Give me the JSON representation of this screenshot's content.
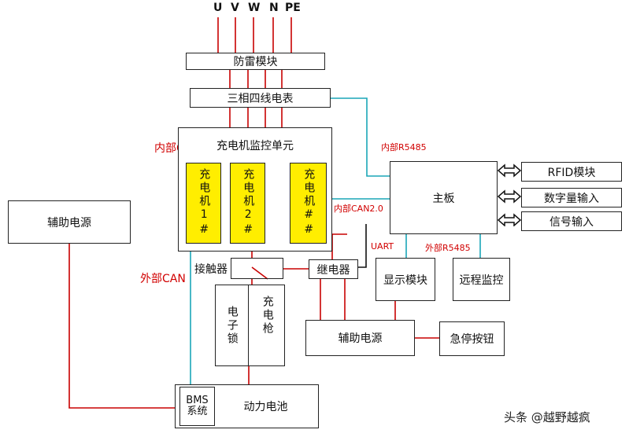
{
  "phases": [
    "U",
    "V",
    "W",
    "N",
    "PE"
  ],
  "modules": {
    "surge": "防雷模块",
    "meter": "三相四线电表",
    "monitor_unit": "充电机监控单元",
    "chargers": [
      "充电机1#",
      "充电机2#",
      "充电机##"
    ],
    "aux_power_left": "辅助电源",
    "contactor": "接触器",
    "relay": "继电器",
    "e_lock": "电子锁",
    "charging_gun": "充电枪",
    "bms": "BMS系统",
    "battery": "动力电池",
    "mainboard": "主板",
    "rfid": "RFID模块",
    "digital_input": "数字量输入",
    "signal_input": "信号输入",
    "display": "显示模块",
    "remote_monitor": "远程监控",
    "aux_power_center": "辅助电源",
    "estop": "急停按钮"
  },
  "labels": {
    "internal_can": "内部CAN",
    "internal_rs485": "内部R5485",
    "internal_can2": "内部CAN2.0",
    "uart": "UART",
    "external_rs485": "外部R5485",
    "external_can": "外部CAN"
  },
  "watermark": "头条 @越野越疯",
  "colors": {
    "power_line": "#c80000",
    "comm_line": "#1aa6b7",
    "bus_line": "#111111",
    "charger_fill": "#ffee00"
  }
}
